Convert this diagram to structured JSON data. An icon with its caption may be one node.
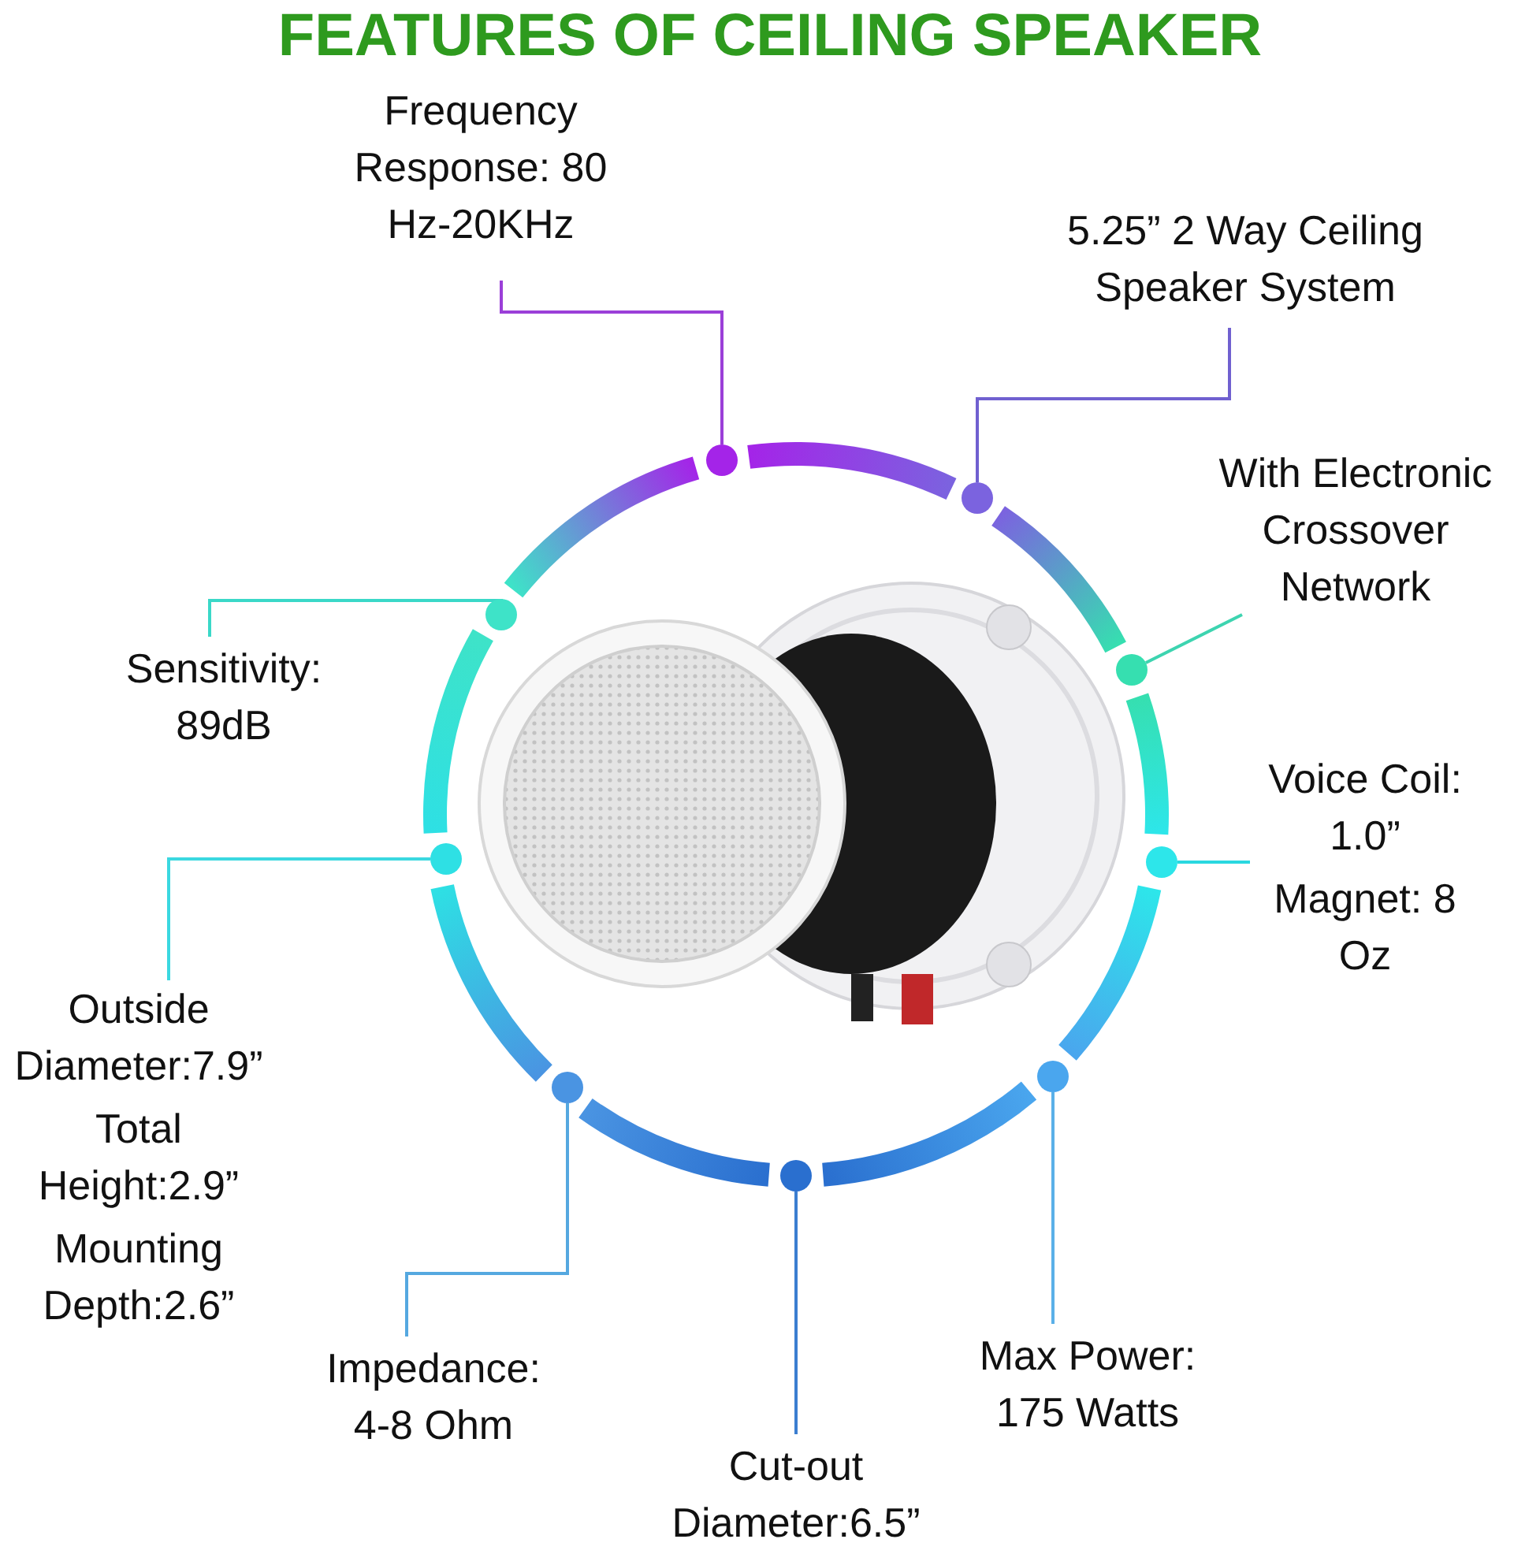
{
  "diagram": {
    "title": "FEATURES OF CEILING SPEAKER",
    "nodes": [
      {
        "text": [
          "Frequency Response: 80 Hz-20KHz"
        ]
      },
      {
        "text": [
          "5.25” 2 Way Ceiling Speaker System"
        ]
      },
      {
        "text": [
          "With Electronic Crossover Network"
        ]
      },
      {
        "text": [
          "Sensitivity: 89dB"
        ]
      },
      {
        "text": [
          "Voice Coil: 1.0”",
          "Magnet: 8 Oz"
        ]
      },
      {
        "text": [
          "Outside Diameter:7.9”",
          "Total Height:2.9”",
          "Mounting Depth:2.6”"
        ]
      },
      {
        "text": [
          "Impedance: 4-8 Ohm"
        ]
      },
      {
        "text": [
          "Max Power: 175 Watts"
        ]
      },
      {
        "text": [
          "Cut-out Diameter:6.5”"
        ]
      },
      {
        "text": [],
        "shape": "circle"
      },
      {
        "text": [],
        "shape": "circle"
      },
      {
        "text": [],
        "shape": "circle"
      },
      {
        "text": [],
        "shape": "circle"
      },
      {
        "text": [],
        "shape": "circle"
      },
      {
        "text": [],
        "shape": "circle"
      },
      {
        "text": [],
        "shape": "circle"
      },
      {
        "text": [],
        "shape": "circle"
      },
      {
        "text": [],
        "shape": "circle"
      }
    ],
    "edges": [
      {
        "from": 0,
        "to": 9,
        "arrow": "none",
        "color": "#9b3fd8"
      },
      {
        "from": 1,
        "to": 10,
        "arrow": "none",
        "color": "#7060d0"
      },
      {
        "from": 2,
        "to": 11,
        "arrow": "none",
        "color": "#3dd4b0"
      },
      {
        "from": 3,
        "to": 12,
        "arrow": "none",
        "color": "#3ad8c8"
      },
      {
        "from": 4,
        "to": 13,
        "arrow": "none",
        "color": "#2ad8e0"
      },
      {
        "from": 5,
        "to": 14,
        "arrow": "none",
        "color": "#3ad8e0"
      },
      {
        "from": 6,
        "to": 15,
        "arrow": "none",
        "color": "#55a8e0"
      },
      {
        "from": 7,
        "to": 16,
        "arrow": "none",
        "color": "#5ab0e8"
      },
      {
        "from": 8,
        "to": 17,
        "arrow": "none",
        "color": "#3b7ed0"
      }
    ]
  }
}
